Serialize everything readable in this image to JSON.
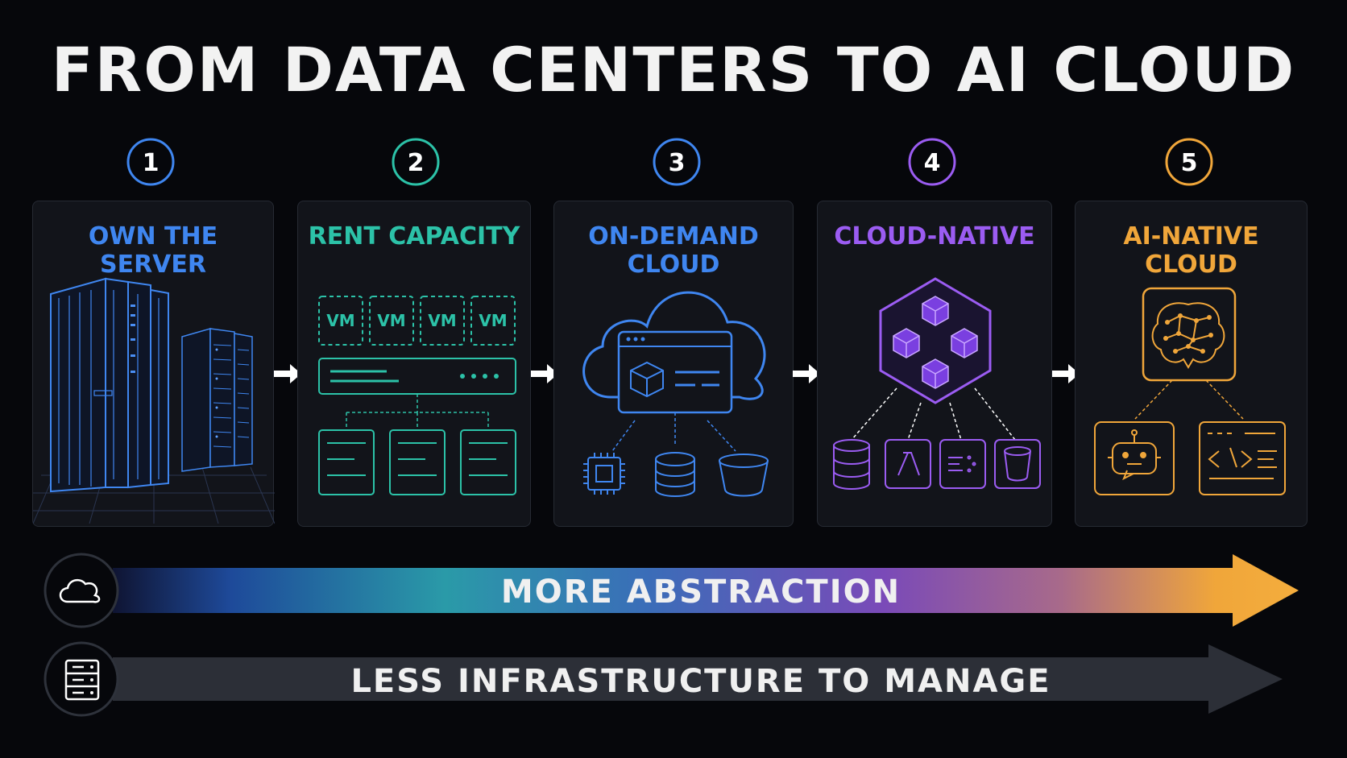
{
  "title": "FROM DATA CENTERS TO AI CLOUD",
  "steps": [
    {
      "number": "1",
      "label": "OWN THE SERVER",
      "color": "#3f86f0"
    },
    {
      "number": "2",
      "label": "RENT CAPACITY",
      "color": "#2cc2a8"
    },
    {
      "number": "3",
      "label": "ON-DEMAND CLOUD",
      "color": "#3f86f0"
    },
    {
      "number": "4",
      "label": "CLOUD-NATIVE",
      "color": "#9b5cf2"
    },
    {
      "number": "5",
      "label": "AI-NATIVE CLOUD",
      "color": "#f0a63a"
    }
  ],
  "vm_labels": [
    "VM",
    "VM",
    "VM",
    "VM"
  ],
  "bars": {
    "top": {
      "label": "MORE ABSTRACTION",
      "icon": "cloud-icon"
    },
    "bottom": {
      "label": "LESS INFRASTRUCTURE TO MANAGE",
      "icon": "server-rack-icon"
    }
  }
}
